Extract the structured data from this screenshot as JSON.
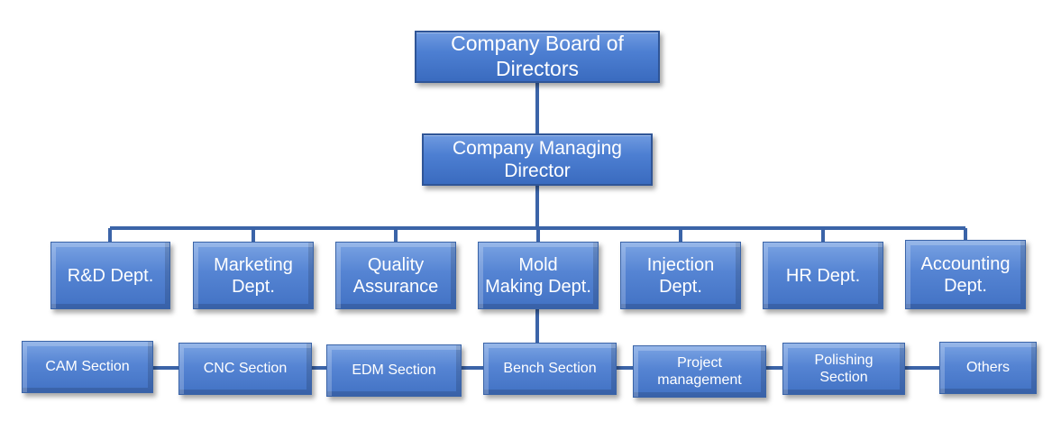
{
  "board": "Company Board of\nDirectors",
  "managing_director": "Company Managing\nDirector",
  "departments": [
    "R&D Dept.",
    "Marketing\nDept.",
    "Quality\nAssurance",
    "Mold\nMaking Dept.",
    "Injection\nDept.",
    "HR Dept.",
    "Accounting\nDept."
  ],
  "sections": [
    "CAM Section",
    "CNC Section",
    "EDM Section",
    "Bench Section",
    "Project\nmanagement",
    "Polishing\nSection",
    "Others"
  ],
  "colors": {
    "box_fill": "#4d7fd2",
    "box_border": "#2f5597",
    "connector": "#3b64a8",
    "text": "#ffffff"
  }
}
